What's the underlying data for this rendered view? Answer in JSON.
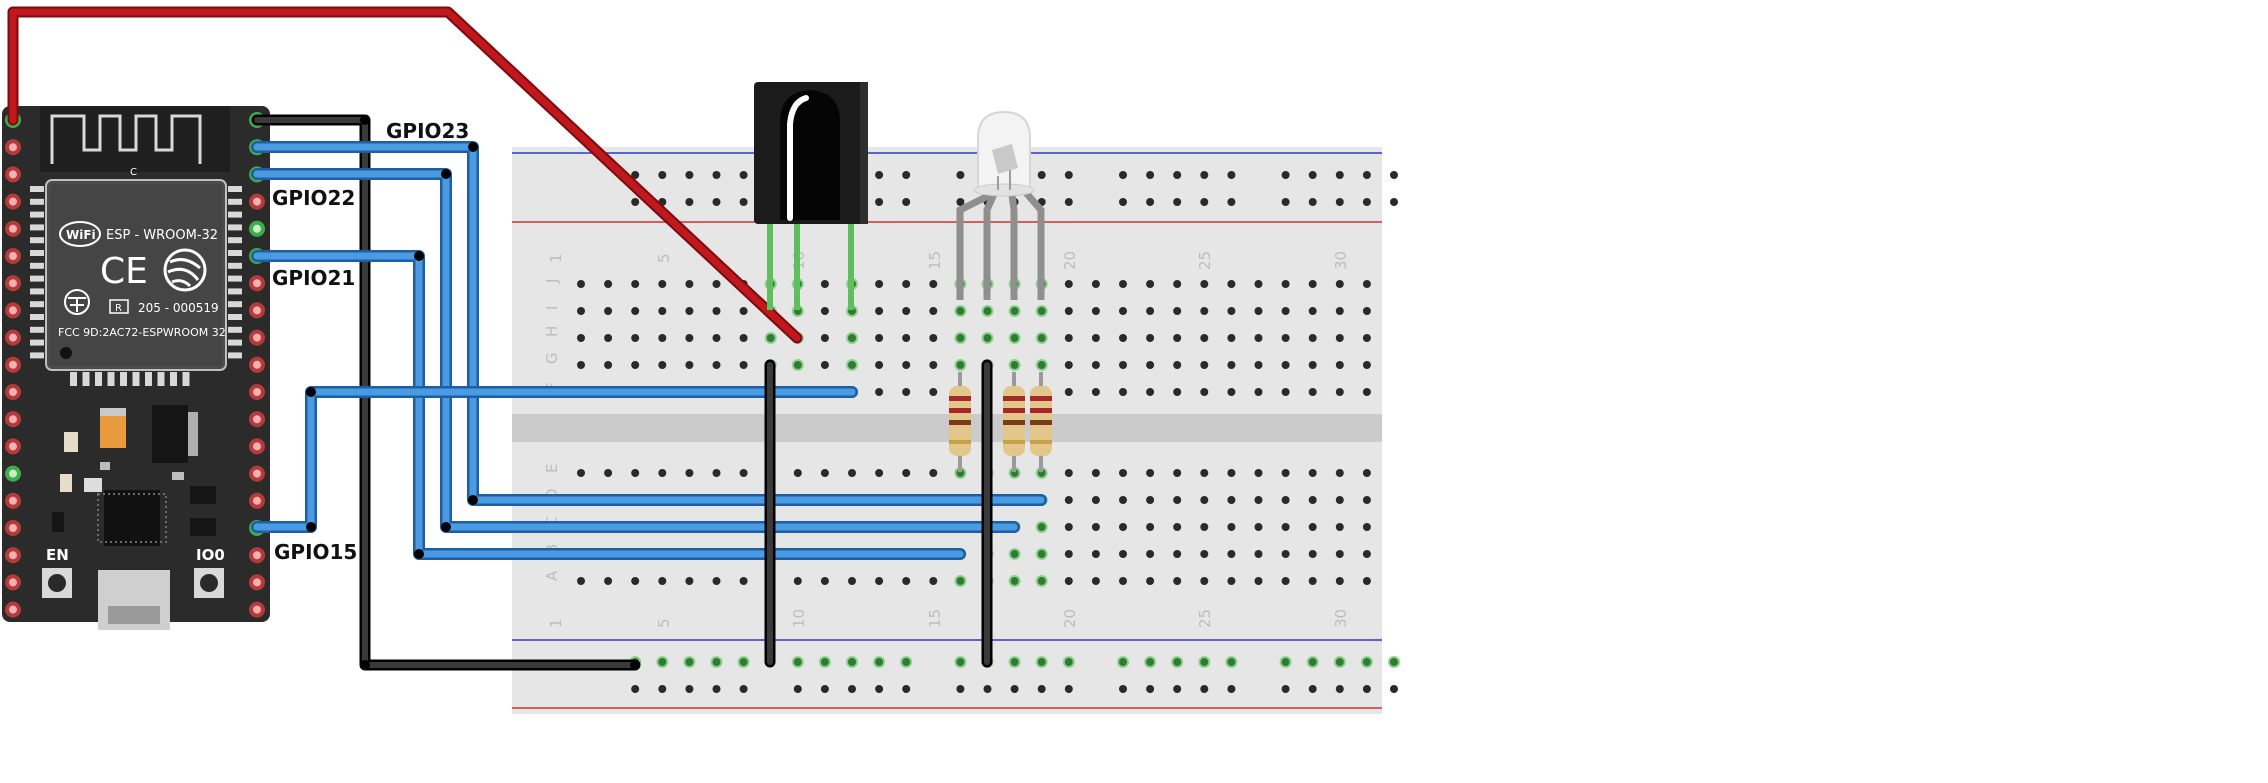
{
  "board": {
    "wifi_badge": "WiFi",
    "module_name": "ESP - WROOM-32",
    "ce_mark": "CE",
    "r_mark": "R",
    "cert_number": "205 - 000519",
    "fcc_id": "FCC 9D:2AC72-ESPWROOM 32",
    "antenna_mark": "C",
    "button_en": "EN",
    "button_io0": "IO0"
  },
  "pin_labels": {
    "gpio23": "GPIO23",
    "gpio22": "GPIO22",
    "gpio21": "GPIO21",
    "gpio15": "GPIO15"
  },
  "breadboard": {
    "row_letters_top": [
      "J",
      "I",
      "H",
      "G",
      "F"
    ],
    "row_letters_bottom": [
      "E",
      "D",
      "C",
      "B",
      "A"
    ],
    "column_markers": [
      "1",
      "5",
      "10",
      "15",
      "20",
      "25",
      "30"
    ]
  },
  "colors": {
    "wire_red": "#c0181c",
    "wire_blue": "#3b8ad6",
    "wire_black": "#1e1e1e",
    "board_body": "#2b2b2b",
    "breadboard_body": "#e6e6e6",
    "rail_blue": "#2b3cc8",
    "rail_red": "#d33030",
    "active_hole": "#44b54a"
  }
}
